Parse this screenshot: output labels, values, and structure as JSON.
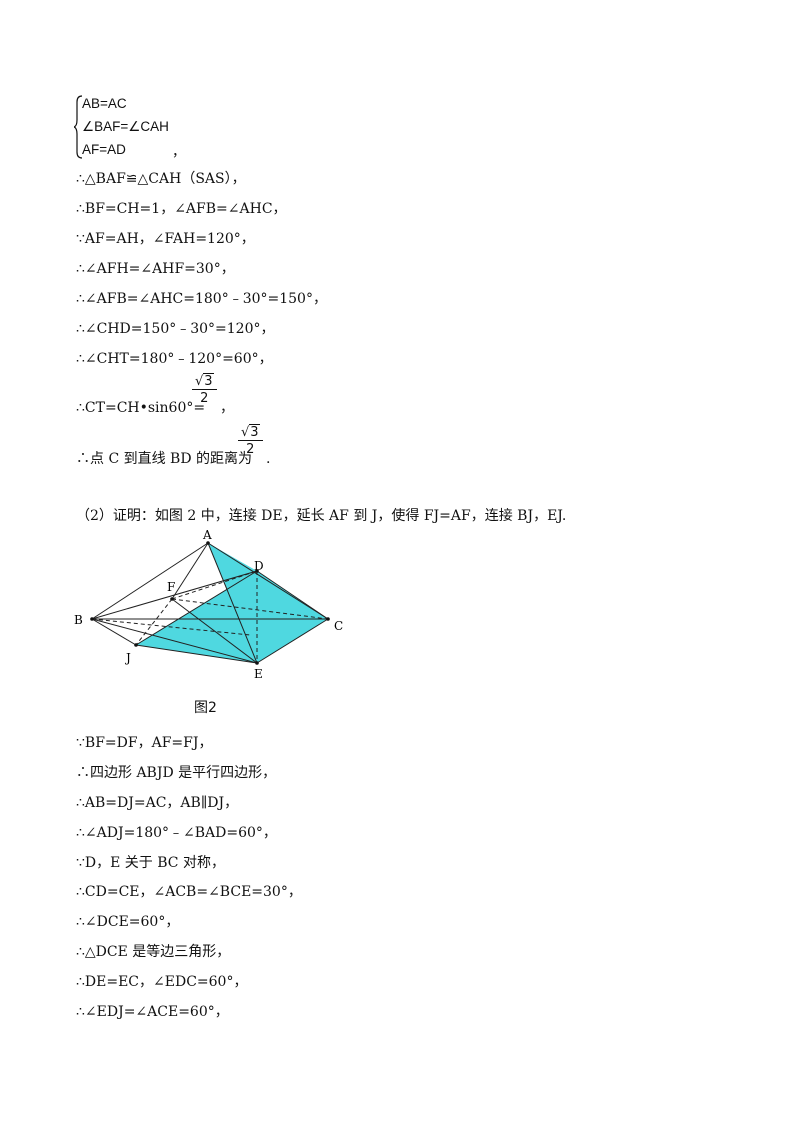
{
  "system": {
    "row1": "AB=AC",
    "row2": "∠BAF=∠CAH",
    "row3": "AF=AD",
    "trail": "，"
  },
  "steps_part1": [
    "∴△BAF≌△CAH（SAS），",
    "∴BF=CH=1，∠AFB=∠AHC，",
    "∵AF=AH，∠FAH=120°，",
    "∴∠AFH=∠AHF=30°，",
    "∴∠AFB=∠AHC=180°﹣30°=150°，",
    "∴∠CHD=150°﹣30°=120°，",
    "∴∠CHT=180°﹣120°=60°，"
  ],
  "ct_line": {
    "prefix": "∴CT=CH•sin60°=",
    "suffix": "，"
  },
  "distance_line": {
    "prefix": "∴点 C 到直线 BD 的距离为",
    "suffix": "."
  },
  "fraction": {
    "radicand": "3",
    "sqrt_sign": "√",
    "denominator": "2"
  },
  "part2_intro": "（2）证明：如图 2 中，连接 DE，延长 AF 到 J，使得 FJ=AF，连接 BJ，EJ.",
  "figure": {
    "caption": "图2",
    "points": {
      "A": "A",
      "B": "B",
      "C": "C",
      "D": "D",
      "E": "E",
      "F": "F",
      "J": "J"
    },
    "fill_color": "#4fd8e0",
    "line_color": "#222222"
  },
  "steps_part2": [
    "∵BF=DF，AF=FJ，",
    "∴四边形 ABJD 是平行四边形，",
    "∴AB=DJ=AC，AB∥DJ，",
    "∴∠ADJ=180°﹣∠BAD=60°，",
    "∵D，E 关于 BC 对称，",
    "∴CD=CE，∠ACB=∠BCE=30°，",
    "∴∠DCE=60°，",
    "∴△DCE 是等边三角形，",
    "∴DE=EC，∠EDC=60°，",
    "∴∠EDJ=∠ACE=60°，"
  ]
}
